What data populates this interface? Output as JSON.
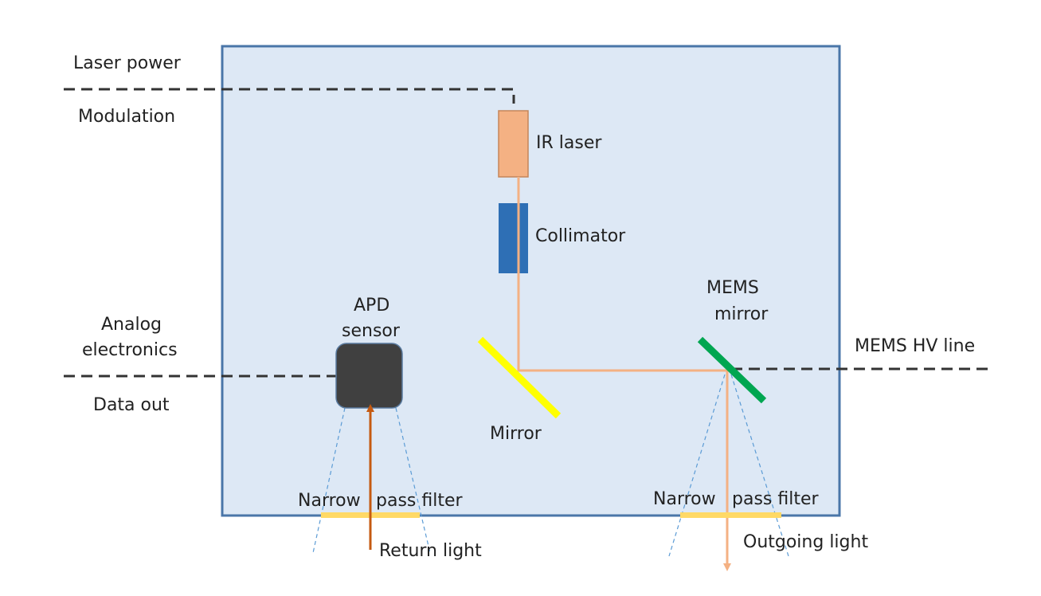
{
  "labels": {
    "laser_power": "Laser power",
    "modulation": "Modulation",
    "ir_laser": "IR laser",
    "collimator": "Collimator",
    "mems_mirror_line1": "MEMS",
    "mems_mirror_line2": "mirror",
    "mems_hv_line": "MEMS HV line",
    "analog_line1": "Analog",
    "analog_line2": "electronics",
    "apd_line1": "APD",
    "apd_line2": "sensor",
    "data_out": "Data out",
    "mirror": "Mirror",
    "filter_left_word1": "Narrow",
    "filter_left_word2": "pass filter",
    "filter_right_word1": "Narrow",
    "filter_right_word2": "pass filter",
    "return_light": "Return light",
    "outgoing_light": "Outgoing light"
  },
  "colors": {
    "enclosure_fill": "#dde8f5",
    "enclosure_stroke": "#4a76a8",
    "ir_laser_fill": "#f4b183",
    "ir_laser_stroke": "#c5855a",
    "collimator_fill": "#2e6fb5",
    "beam": "#f4b183",
    "return_beam": "#c55a11",
    "mirror": "#ffff00",
    "mems_mirror": "#00a651",
    "apd_fill": "#404040",
    "filter": "#ffd966",
    "signal_line": "#333333",
    "fov_line": "#5b9bd5"
  }
}
